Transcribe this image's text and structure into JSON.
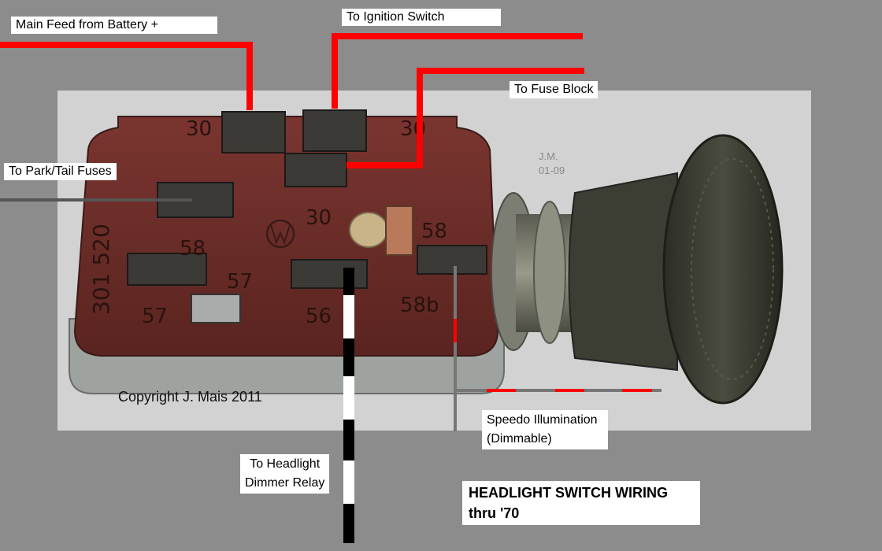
{
  "title": "HEADLIGHT SWITCH WIRING\nthru '70",
  "copyright": "Copyright J. Mais 2011",
  "watermark": "J.M.\n01-09",
  "labels": {
    "main_feed": "Main Feed from Battery +",
    "ignition": "To Ignition Switch",
    "fuse_block": "To Fuse Block",
    "park_tail": "To Park/Tail Fuses",
    "dimmer_relay": "To Headlight\nDimmer Relay",
    "speedo": "Speedo Illumination\n(Dimmable)"
  },
  "terminals": {
    "t30_top_left": "30",
    "t30_top_right": "30",
    "t30_center": "30",
    "t58_left": "58",
    "t57_center": "57",
    "t57_left": "57",
    "t56": "56",
    "t58_right": "58",
    "t58b": "58b",
    "part_number": "301 520"
  },
  "colors": {
    "background": "#8c8c8c",
    "photo_backdrop": "#d2d2d2",
    "switch_body": "#6e2e2a",
    "wire_red": "#ff0000",
    "wire_gray": "#555555",
    "wire_black": "#000000",
    "wire_white": "#ffffff"
  }
}
